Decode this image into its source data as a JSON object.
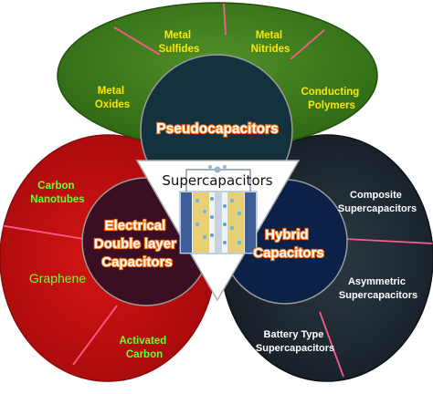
{
  "center": {
    "title": "Supercapacitors"
  },
  "pseudo": {
    "title": "Pseudocapacitors",
    "items": [
      {
        "lines": [
          "Metal",
          "Sulfides"
        ]
      },
      {
        "lines": [
          "Metal",
          "Nitrides"
        ]
      },
      {
        "lines": [
          "Metal",
          "Oxides"
        ]
      },
      {
        "lines": [
          "Conducting",
          "Polymers"
        ]
      }
    ]
  },
  "edlc": {
    "title": [
      "Electrical",
      "Double layer",
      "Capacitors"
    ],
    "items": [
      {
        "lines": [
          "Carbon",
          "Nanotubes"
        ]
      },
      {
        "lines": [
          "Graphene"
        ]
      },
      {
        "lines": [
          "Activated",
          "Carbon"
        ]
      }
    ]
  },
  "hybrid": {
    "title": [
      "Hybrid",
      "Capacitors"
    ],
    "items": [
      {
        "lines": [
          "Composite",
          "Supercapacitors"
        ]
      },
      {
        "lines": [
          "Asymmetric",
          "Supercapacitors"
        ]
      },
      {
        "lines": [
          "Battery Type",
          "Supercapacitors"
        ]
      }
    ]
  },
  "colors": {
    "pseudo_lobe": "#3f7a1e",
    "edlc_lobe": "#c40e10",
    "hybrid_lobe": "#1f2a33",
    "core_pseudo": "#14323e",
    "core_edlc": "#3a0f24",
    "core_hybrid": "#0c2148",
    "divider": "#ff5a8a",
    "title_glow": "#ff7a1a",
    "pseudo_text": "#ffe600",
    "edlc_text": "#66ff33",
    "hybrid_text": "#ffffff"
  }
}
